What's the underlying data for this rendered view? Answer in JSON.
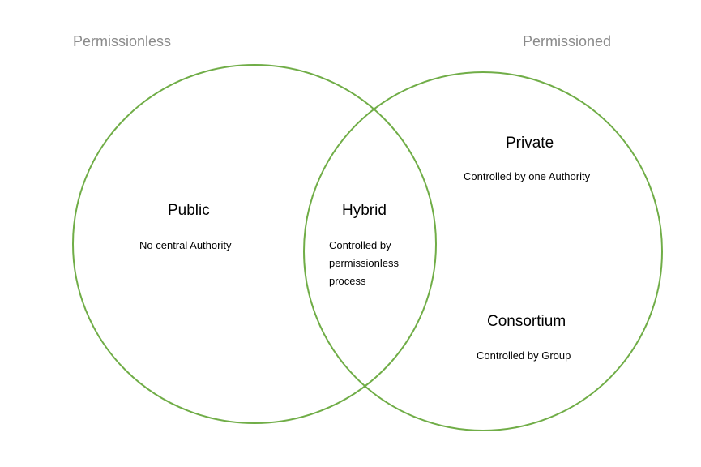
{
  "diagram": {
    "outline_color": "#70ad47",
    "side_labels": {
      "left": "Permissionless",
      "right": "Permissioned"
    },
    "regions": {
      "public": {
        "title": "Public",
        "description": "No central Authority"
      },
      "hybrid": {
        "title": "Hybrid",
        "description": "Controlled by permissionless process"
      },
      "private": {
        "title": "Private",
        "description": "Controlled by one Authority"
      },
      "consortium": {
        "title": "Consortium",
        "description": "Controlled by Group"
      }
    }
  }
}
